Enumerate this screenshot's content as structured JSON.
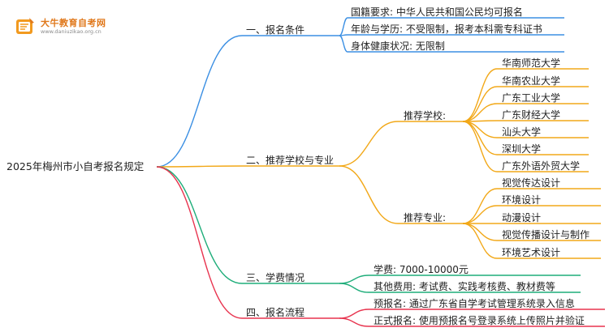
{
  "logo": {
    "title": "大牛教育自考网",
    "url": "www.daniuzikao.org.cn"
  },
  "root": {
    "label": "2025年梅州市小自考报名规定"
  },
  "branches": [
    {
      "label": "一、报名条件",
      "color": "#3b8fe3",
      "items": [
        {
          "label": "国籍要求: 中华人民共和国公民均可报名"
        },
        {
          "label": "年龄与学历: 不受限制，报考本科需专科证书"
        },
        {
          "label": "身体健康状况: 无限制"
        }
      ]
    },
    {
      "label": "二、推荐学校与专业",
      "color": "#f2a818",
      "items": [
        {
          "label": "推荐学校:",
          "items": [
            {
              "label": "华南师范大学"
            },
            {
              "label": "华南农业大学"
            },
            {
              "label": "广东工业大学"
            },
            {
              "label": "广东财经大学"
            },
            {
              "label": "汕头大学"
            },
            {
              "label": "深圳大学"
            },
            {
              "label": "广东外语外贸大学"
            }
          ]
        },
        {
          "label": "推荐专业:",
          "items": [
            {
              "label": "视觉传达设计"
            },
            {
              "label": "环境设计"
            },
            {
              "label": "动漫设计"
            },
            {
              "label": "视觉传播设计与制作"
            },
            {
              "label": "环境艺术设计"
            }
          ]
        }
      ]
    },
    {
      "label": "三、学费情况",
      "color": "#1fad7a",
      "items": [
        {
          "label": "学费: 7000-10000元"
        },
        {
          "label": "其他费用: 考试费、实践考核费、教材费等"
        }
      ]
    },
    {
      "label": "四、报名流程",
      "color": "#e8344f",
      "items": [
        {
          "label": "预报名: 通过广东省自学考试管理系统录入信息"
        },
        {
          "label": "正式报名: 使用预报名号登录系统上传照片并验证"
        }
      ]
    }
  ]
}
